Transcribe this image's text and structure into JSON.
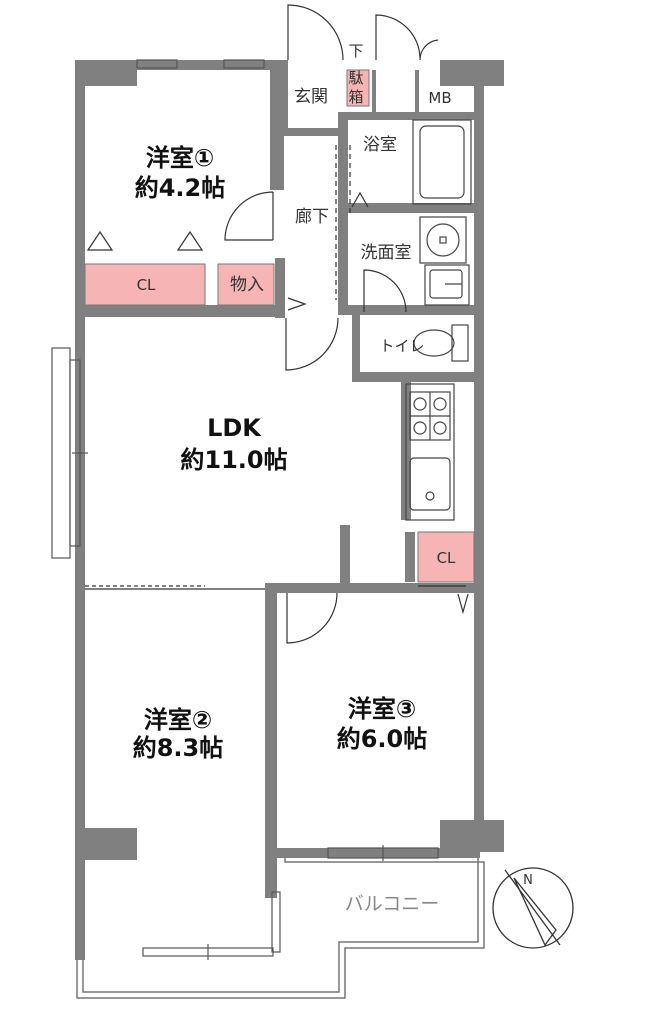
{
  "rooms": {
    "room1": {
      "name": "洋室①",
      "size": "約4.2帖"
    },
    "room2": {
      "name": "洋室②",
      "size": "約8.3帖"
    },
    "room3": {
      "name": "洋室③",
      "size": "約6.0帖"
    },
    "ldk": {
      "name": "LDK",
      "size": "約11.0帖"
    }
  },
  "areas": {
    "entrance": "玄関",
    "shoe_box_top": "下",
    "shoe_box_mid": "駄",
    "shoe_box_bot": "箱",
    "mb": "MB",
    "bath": "浴室",
    "hallway": "廊下",
    "washroom": "洗面室",
    "toilet": "トイレ",
    "closet1": "CL",
    "storage": "物入",
    "closet_ldk": "CL",
    "balcony": "バルコニー"
  },
  "compass": {
    "north": "N"
  },
  "colors": {
    "wall": "#7f7f7f",
    "storage_fill": "#f6b4b4",
    "line": "#555555"
  }
}
